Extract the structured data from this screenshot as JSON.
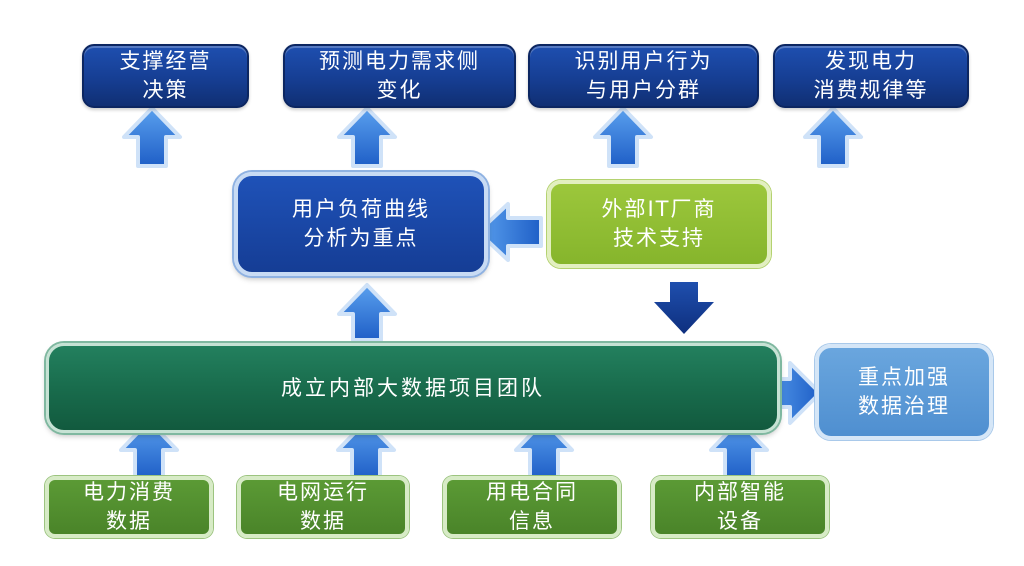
{
  "outcomes": [
    {
      "line1": "支撑经营",
      "line2": "决策"
    },
    {
      "line1": "预测电力需求侧",
      "line2": "变化"
    },
    {
      "line1": "识别用户行为",
      "line2": "与用户分群"
    },
    {
      "line1": "发现电力",
      "line2": "消费规律等"
    }
  ],
  "focus": {
    "line1": "用户负荷曲线",
    "line2": "分析为重点"
  },
  "vendor": {
    "line1": "外部IT厂商",
    "line2": "技术支持"
  },
  "team": {
    "label": "成立内部大数据项目团队"
  },
  "governance": {
    "line1": "重点加强",
    "line2": "数据治理"
  },
  "sources": [
    {
      "line1": "电力消费",
      "line2": "数据"
    },
    {
      "line1": "电网运行",
      "line2": "数据"
    },
    {
      "line1": "用电合同",
      "line2": "信息"
    },
    {
      "line1": "内部智能",
      "line2": "设备"
    }
  ],
  "colors": {
    "navy": "#163e93",
    "lime": "#8fbd31",
    "team_green": "#186a4b",
    "sky": "#5796d4",
    "grass": "#4f8a2d",
    "arrow_blue": "#2f72d6"
  }
}
